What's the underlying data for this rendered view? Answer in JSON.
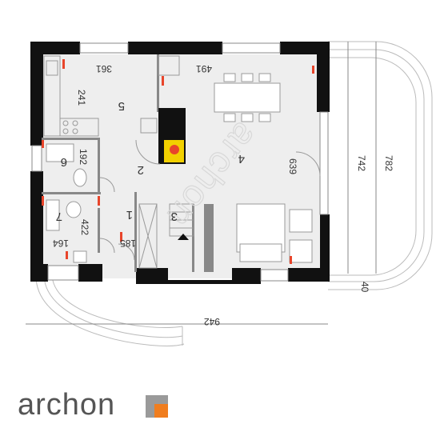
{
  "colors": {
    "wall": "#111111",
    "floor": "#eeeeee",
    "terrace": "#ffffff",
    "accent": "#e8452b",
    "fireplace": "#f2d000",
    "logo_orange": "#f07d1e",
    "logo_grey": "#9a9a9a"
  },
  "watermark": {
    "text": "archon"
  },
  "dimensions": {
    "d361": "361",
    "d491": "491",
    "d241": "241",
    "d639": "639",
    "d192": "192",
    "d422": "422",
    "d164": "164",
    "d185": "185",
    "d942": "942",
    "d742": "742",
    "d782": "782",
    "d40": "40"
  },
  "rooms": {
    "r1": "1",
    "r2": "2",
    "r3": "3",
    "r4": "4",
    "r5": "5",
    "r6": "6",
    "r7": "7"
  },
  "logo": {
    "text": "archon",
    "icon": "archon-logo-icon"
  }
}
